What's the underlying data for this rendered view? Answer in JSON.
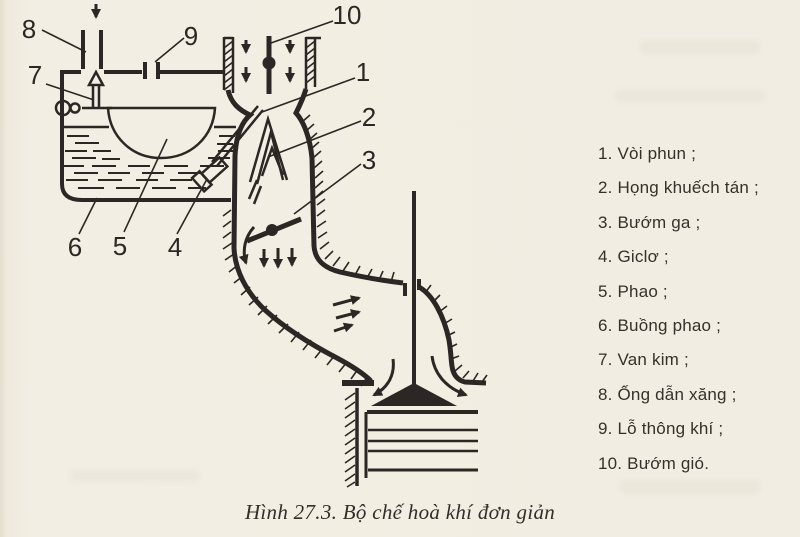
{
  "figure": {
    "caption": "Hình 27.3. Bộ chế hoà khí đơn giản",
    "callouts": [
      "1",
      "2",
      "3",
      "4",
      "5",
      "6",
      "7",
      "8",
      "9",
      "10"
    ],
    "legend": {
      "items": [
        "1. Vòi phun ;",
        "2. Họng khuếch tán ;",
        "3. Bướm ga ;",
        "4. Giclơ ;",
        "5. Phao ;",
        "6. Buồng phao ;",
        "7. Van kim ;",
        "8. Ống dẫn xăng ;",
        "9. Lỗ thông khí ;",
        "10. Bướm gió."
      ]
    },
    "colors": {
      "ink": "#2b2724",
      "paper": "#f2ede2"
    }
  }
}
